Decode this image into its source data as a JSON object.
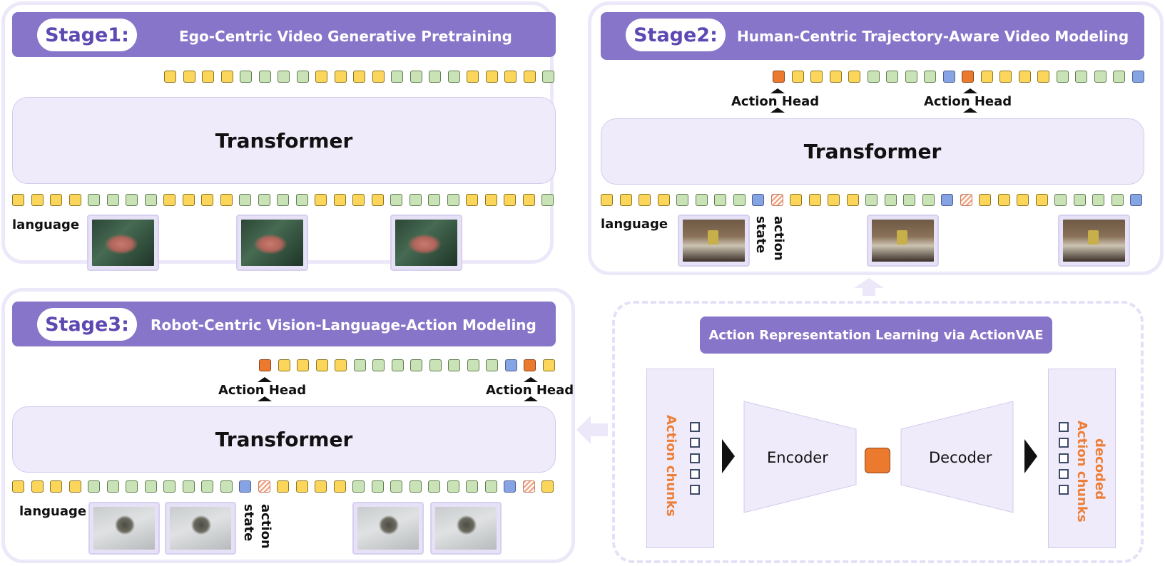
{
  "stage1": {
    "pill": "Stage1:",
    "title": "Ego-Centric Video Generative Pretraining",
    "transformer": "Transformer",
    "language": "language",
    "top_tokens": [
      "y",
      "y",
      "y",
      "y",
      "g",
      "g",
      "g",
      "g",
      "y",
      "y",
      "y",
      "y",
      "g",
      "g",
      "g",
      "g",
      "y",
      "y",
      "y",
      "y",
      "g"
    ],
    "bottom_tokens": [
      "y",
      "y",
      "y",
      "y",
      "g",
      "g",
      "g",
      "g",
      "y",
      "y",
      "y",
      "y",
      "g",
      "g",
      "g",
      "g",
      "y",
      "y",
      "y",
      "y",
      "g",
      "g",
      "g",
      "g",
      "y",
      "y",
      "y",
      "y",
      "g"
    ]
  },
  "stage2": {
    "pill": "Stage2:",
    "title": "Human-Centric Trajectory-Aware Video Modeling",
    "transformer": "Transformer",
    "language": "language",
    "action": "action",
    "state": "state",
    "action_head_1": "Action Head",
    "action_head_2": "Action Head",
    "top_tokens": [
      "o",
      "y",
      "y",
      "y",
      "y",
      "g",
      "g",
      "g",
      "g",
      "b",
      "o",
      "y",
      "y",
      "y",
      "y",
      "g",
      "g",
      "g",
      "g",
      "b"
    ],
    "bottom_tokens": [
      "y",
      "y",
      "y",
      "y",
      "g",
      "g",
      "g",
      "g",
      "b",
      "h",
      "y",
      "y",
      "y",
      "y",
      "g",
      "g",
      "g",
      "g",
      "b",
      "h",
      "y",
      "y",
      "y",
      "y",
      "g",
      "g",
      "g",
      "g",
      "b"
    ]
  },
  "stage3": {
    "pill": "Stage3:",
    "title": "Robot-Centric Vision-Language-Action Modeling",
    "transformer": "Transformer",
    "language": "language",
    "action": "action",
    "state": "state",
    "action_head_1": "Action Head",
    "action_head_2": "Action Head",
    "top_tokens": [
      "o",
      "y",
      "y",
      "y",
      "y",
      "g",
      "g",
      "g",
      "g",
      "g",
      "g",
      "g",
      "g",
      "b",
      "o",
      "y"
    ],
    "bottom_tokens": [
      "y",
      "y",
      "y",
      "y",
      "g",
      "g",
      "g",
      "g",
      "g",
      "g",
      "g",
      "g",
      "b",
      "h",
      "y",
      "y",
      "y",
      "y",
      "g",
      "g",
      "g",
      "g",
      "g",
      "g",
      "g",
      "g",
      "b",
      "h",
      "y"
    ]
  },
  "vae": {
    "title": "Action Representation Learning via ActionVAE",
    "encoder": "Encoder",
    "decoder": "Decoder",
    "action_chunks": "Action chunks",
    "decoded": "decoded",
    "decoded_chunks": "Action chunks"
  },
  "colors": {
    "banner": "#8775c9",
    "pill_text": "#5e48b1",
    "token_yellow": "#fcd65a",
    "token_green": "#c9e2b6",
    "token_blue": "#86a4e4",
    "token_orange": "#ec7a2e",
    "accent_orange_text": "#ee7d35"
  }
}
